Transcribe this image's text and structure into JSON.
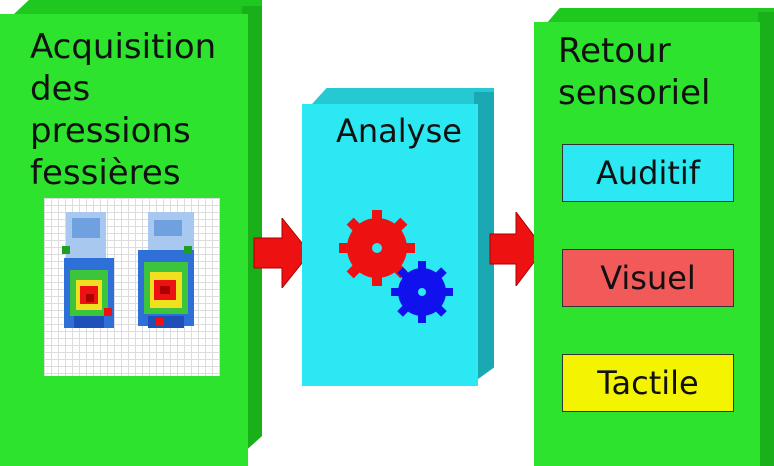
{
  "diagram": {
    "acquisition": {
      "title": "Acquisition\ndes pressions\nfessières",
      "color": "#2ee32e"
    },
    "analysis": {
      "title": "Analyse",
      "color": "#2ce8f2"
    },
    "feedback": {
      "title": "Retour\nsensoriel",
      "color": "#2ee32e",
      "items": [
        {
          "label": "Auditif",
          "color": "#2ce8f2"
        },
        {
          "label": "Visuel",
          "color": "#f25a5a"
        },
        {
          "label": "Tactile",
          "color": "#f4f400"
        }
      ]
    },
    "arrow_color": "#ee1111",
    "gear_colors": [
      "#ee1111",
      "#1111ee"
    ]
  }
}
